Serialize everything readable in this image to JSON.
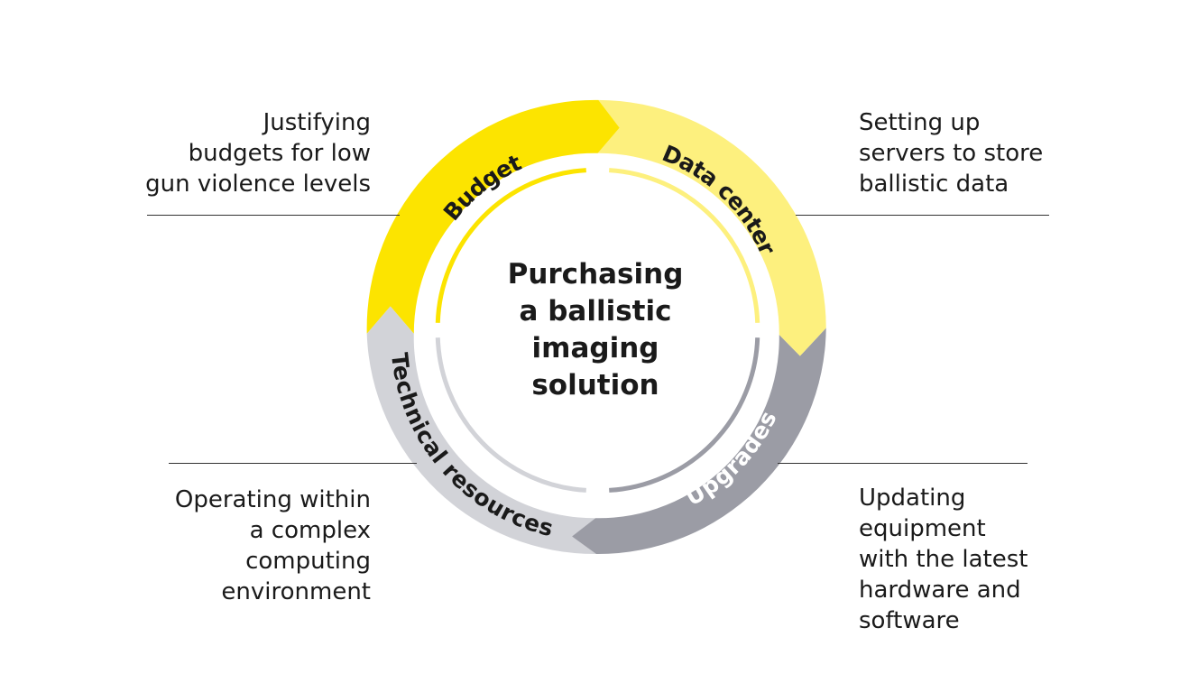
{
  "center": {
    "lines": [
      "Purchasing",
      "a ballistic",
      "imaging",
      "solution"
    ]
  },
  "segments": [
    {
      "label": "Budget",
      "color": "#fce400",
      "text_color": "#1a1a1a"
    },
    {
      "label": "Data center",
      "color": "#fdf07e",
      "text_color": "#1a1a1a"
    },
    {
      "label": "Upgrades",
      "color": "#9b9ca5",
      "text_color": "#ffffff"
    },
    {
      "label": "Technical resources",
      "color": "#d2d3d8",
      "text_color": "#1a1a1a"
    }
  ],
  "descriptions": {
    "budget": [
      "Justifying",
      "budgets for low",
      "gun violence levels"
    ],
    "data_center": [
      "Setting up",
      "servers to store",
      "ballistic data"
    ],
    "technical_resources": [
      "Operating within",
      "a complex",
      "computing",
      "environment"
    ],
    "upgrades": [
      "Updating",
      "equipment",
      "with the latest",
      "hardware and",
      "software"
    ]
  }
}
